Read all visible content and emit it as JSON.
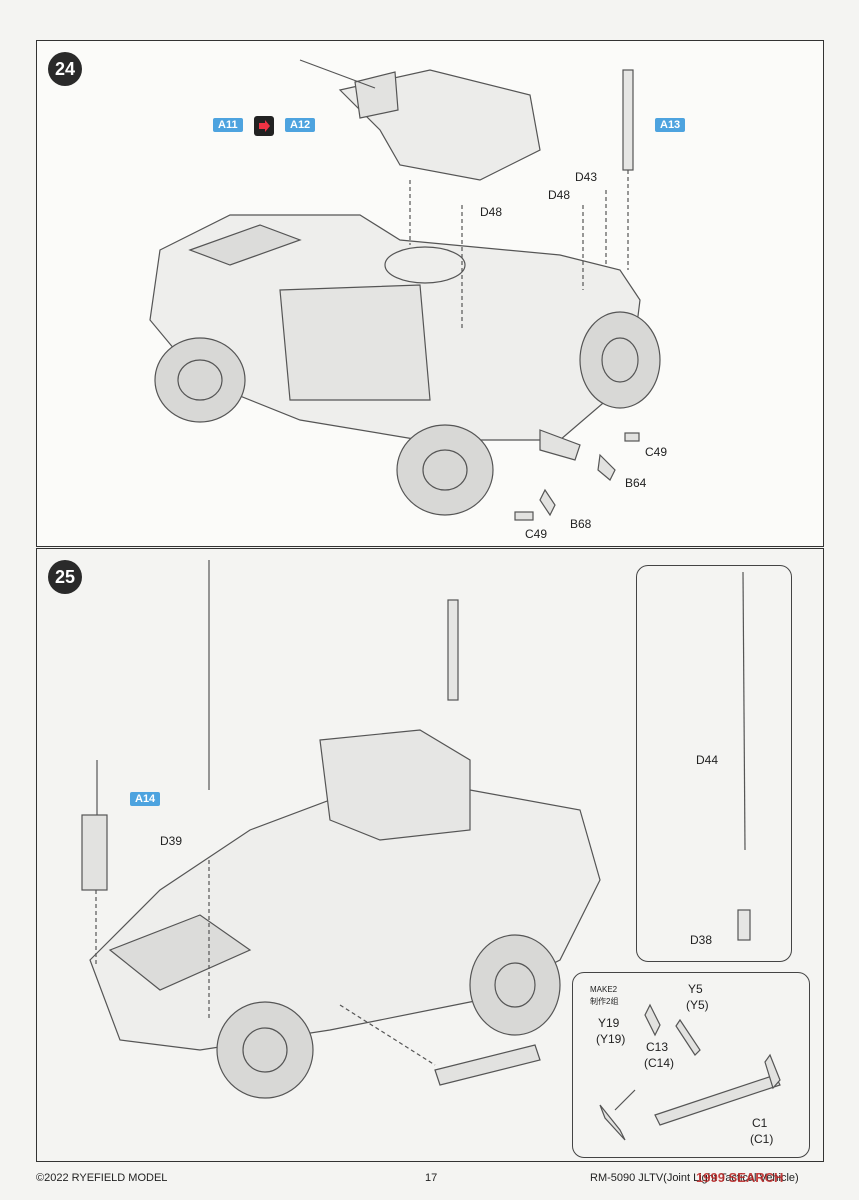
{
  "step24": {
    "number": "24",
    "callouts": {
      "a11": "A11",
      "a12": "A12",
      "a13": "A13",
      "d48_1": "D48",
      "d48_2": "D48",
      "d43": "D43",
      "c49_1": "C49",
      "b64": "B64",
      "b68": "B68",
      "c49_2": "C49"
    }
  },
  "step25": {
    "number": "25",
    "callouts": {
      "a14": "A14",
      "d39": "D39",
      "d44": "D44",
      "d38": "D38",
      "make2": "MAKE2",
      "make2_cn": "制作2组",
      "y5": "Y5",
      "y5p": "(Y5)",
      "y19": "Y19",
      "y19p": "(Y19)",
      "c13": "C13",
      "c14p": "(C14)",
      "c1": "C1",
      "c1p": "(C1)"
    }
  },
  "footer": {
    "copyright": "©2022 RYEFIELD MODEL",
    "page": "17",
    "model": "RM-5090 JLTV(Joint Light Tactical Vehicle)",
    "watermark": "1999 SEARCH"
  },
  "colors": {
    "callout_tag": "#4da3df",
    "step_circle": "#2a2a2a"
  }
}
